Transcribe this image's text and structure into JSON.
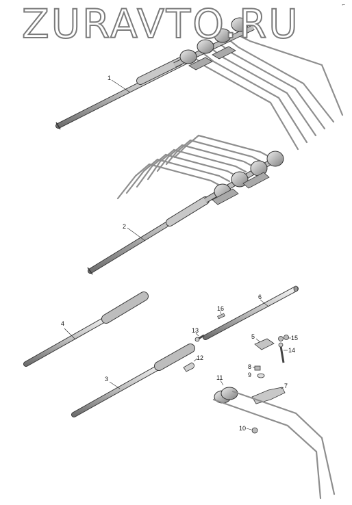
{
  "watermark": "ZURAVTO.RU",
  "corner_mark": "⌐",
  "callouts": [
    "1",
    "2",
    "3",
    "4",
    "5",
    "6",
    "7",
    "8",
    "9",
    "10",
    "11",
    "12",
    "13",
    "14",
    "15",
    "16"
  ],
  "colors": {
    "rod_light": "#e6e6e6",
    "rod_dark": "#7d7d7d",
    "outline": "#3a3a3a",
    "tine": "#9a9a9a"
  }
}
